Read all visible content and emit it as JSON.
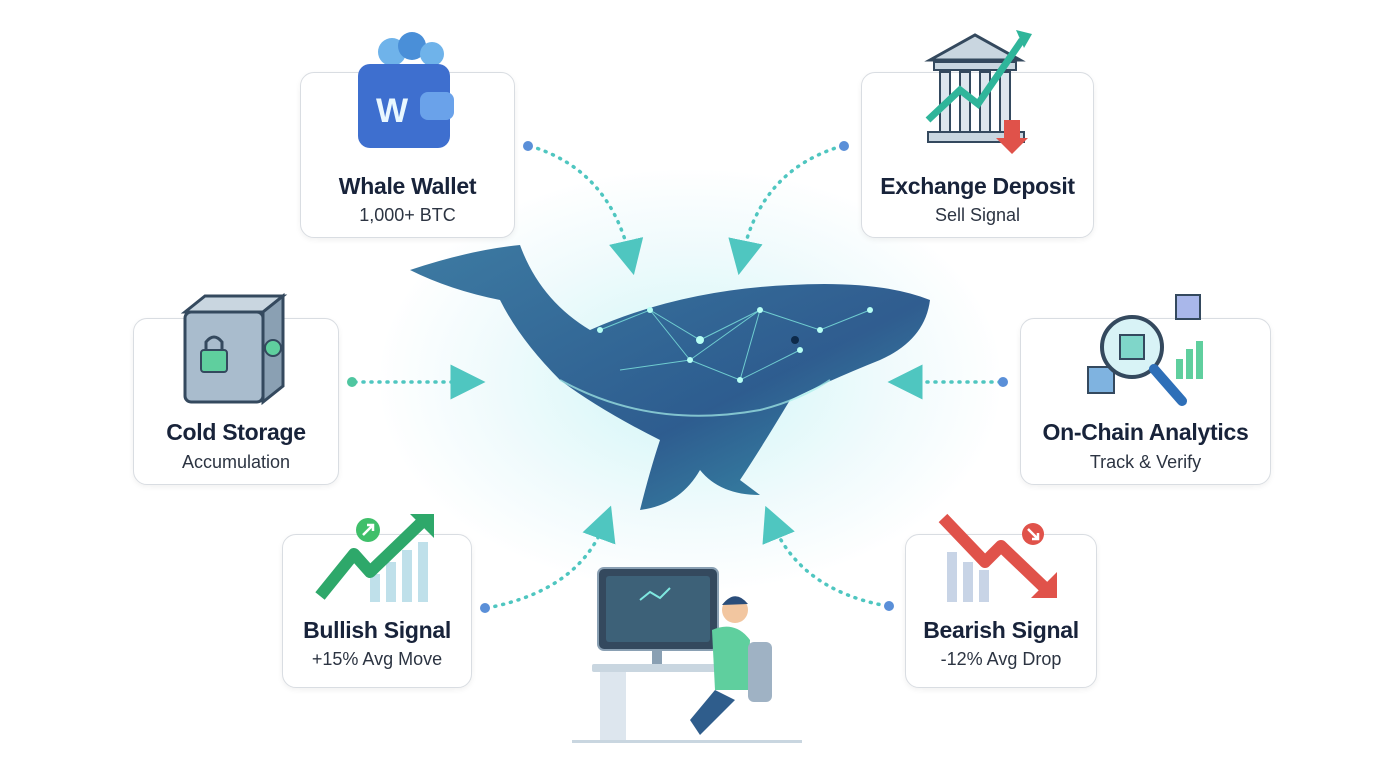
{
  "cards": [
    {
      "title": "Whale Wallet",
      "subtitle": "1,000+ BTC",
      "icon": "wallet-icon"
    },
    {
      "title": "Exchange Deposit",
      "subtitle": "Sell Signal",
      "icon": "bank-chart-icon"
    },
    {
      "title": "Cold Storage",
      "subtitle": "Accumulation",
      "icon": "safe-icon"
    },
    {
      "title": "On-Chain Analytics",
      "subtitle": "Track & Verify",
      "icon": "magnifier-blocks-icon"
    },
    {
      "title": "Bullish Signal",
      "subtitle": "+15% Avg Move",
      "icon": "trend-up-icon"
    },
    {
      "title": "Bearish Signal",
      "subtitle": "-12% Avg Drop",
      "icon": "trend-down-icon"
    }
  ],
  "wallet_letter": "W",
  "center": {
    "icon": "network-whale-icon"
  },
  "bottom": {
    "icon": "analyst-at-monitor-icon"
  },
  "colors": {
    "arrow": "#4fc6c0",
    "arrow_dot": "#5a8fd8",
    "bullish": "#3fbf6a",
    "bearish": "#e0524a",
    "text": "#18233a"
  }
}
